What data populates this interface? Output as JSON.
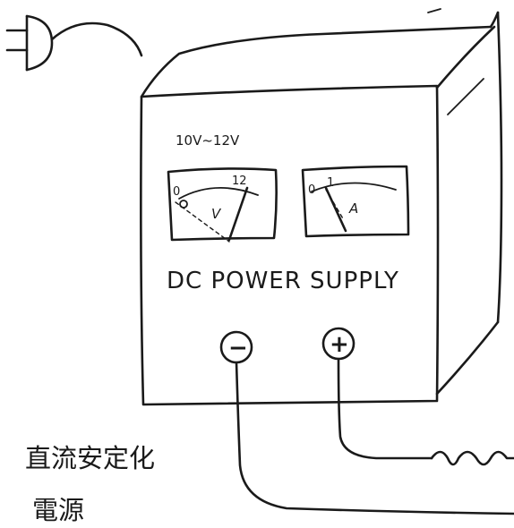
{
  "supply": {
    "title": "DC POWER SUPPLY",
    "voltage_range": "10V~12V"
  },
  "voltmeter": {
    "scale_min": "0",
    "scale_max": "12",
    "unit": "V"
  },
  "ammeter": {
    "scale_min": "0",
    "scale_mark": "1",
    "unit": "A"
  },
  "terminals": {
    "negative": "−",
    "positive": "+"
  },
  "caption": {
    "line1": "直流安定化",
    "line2": "電源"
  },
  "icons": [
    "plug-icon",
    "coil-icon"
  ]
}
